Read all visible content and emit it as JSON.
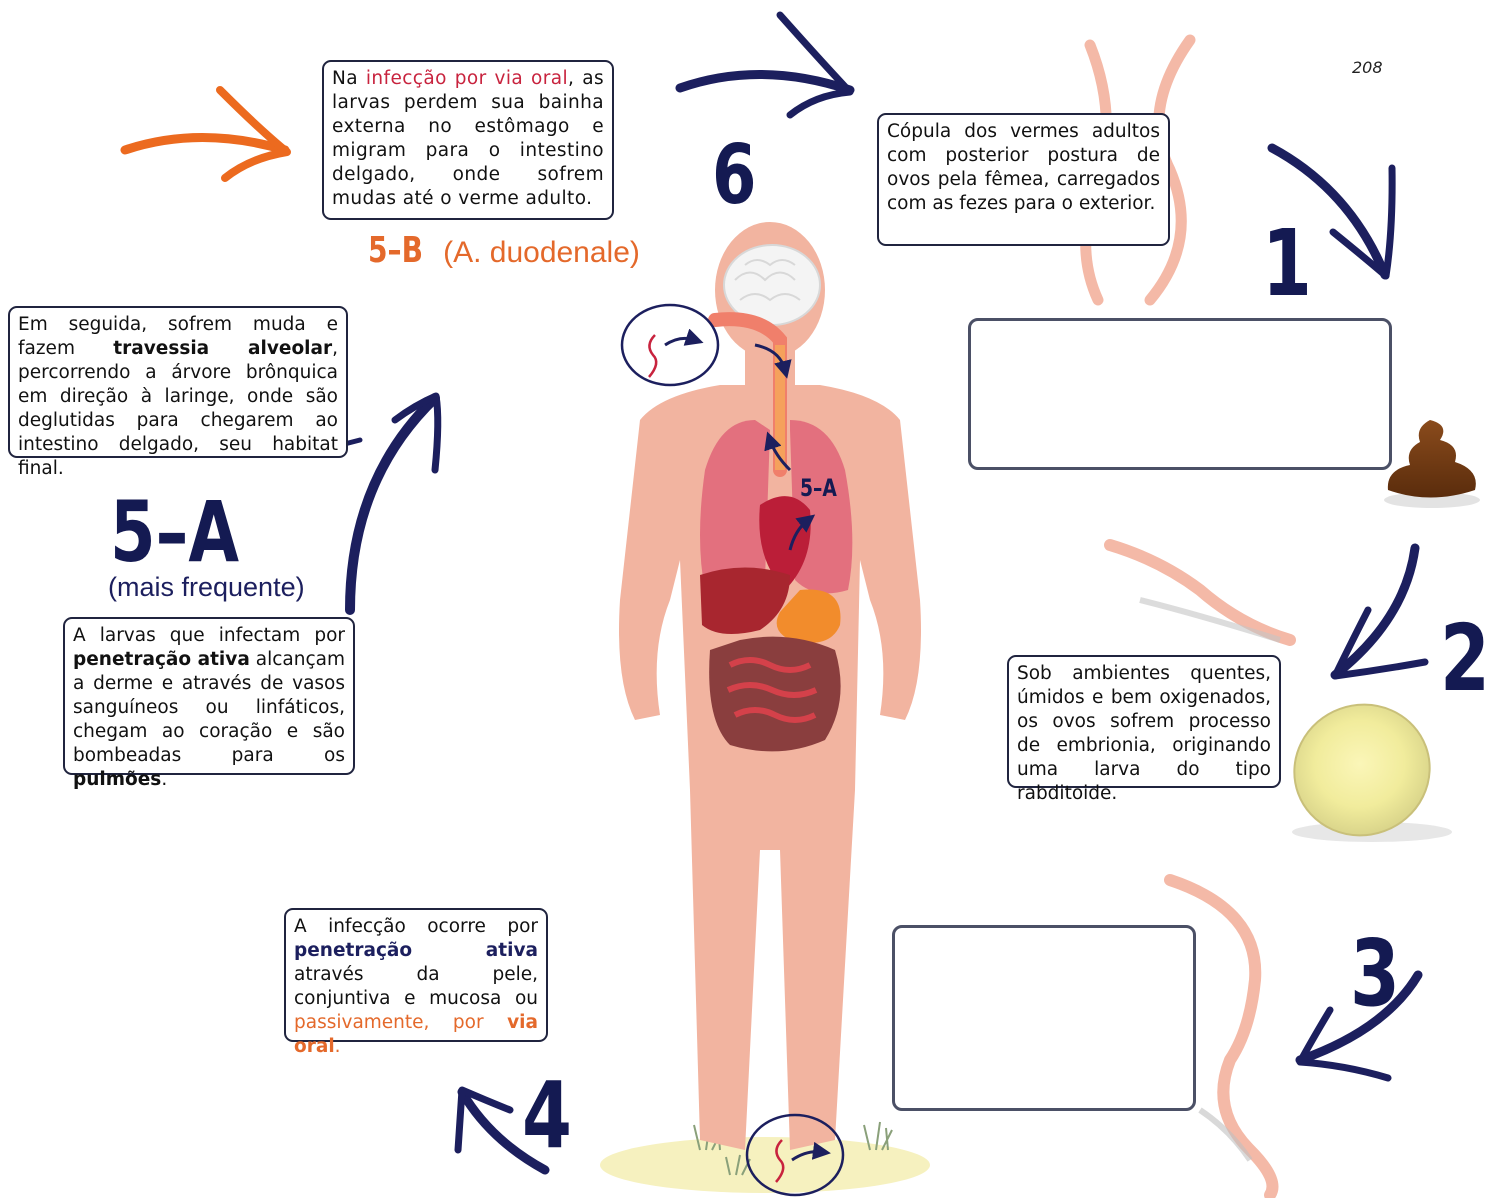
{
  "page_number": "208",
  "steps": {
    "s1": "1",
    "s2": "2",
    "s3": "3",
    "s4": "4",
    "s5a": "5–A",
    "s5b": "5–B",
    "s6": "6",
    "s5a_small": "5–A"
  },
  "labels": {
    "duodenale": "(A. duodenale)",
    "mais_frequente": "(mais frequente)"
  },
  "box_6": {
    "t1": "Na ",
    "t2": "infecção por via oral",
    "t3": ", as larvas perdem sua bainha externa no estômago e migram para o intestino delgado, onde sofrem mudas até o verme adulto."
  },
  "box_1": {
    "text": "Cópula dos vermes adultos com posterior postura de ovos pela fêmea, carregados com as fezes para o exterior."
  },
  "box_5a_top": {
    "t1": "Em seguida, sofrem muda e fazem ",
    "t2": "travessia alveolar",
    "t3": ", percorrendo a árvore brônquica em direção à laringe, onde são deglutidas para chegarem ao intestino delgado, seu habitat final."
  },
  "box_5a_bottom": {
    "t1": "A larvas que infectam por ",
    "t2": "penetração ativa",
    "t3": " alcançam a derme e através de vasos sanguíneos ou linfáticos, chegam ao coração e são bombeadas para os ",
    "t4": "pulmões",
    "t5": "."
  },
  "box_2": {
    "text": "Sob ambientes quentes, úmidos e bem oxigenados, os ovos sofrem processo de embrionia, originando uma larva do tipo rabditoide."
  },
  "box_4": {
    "t1": "A infecção ocorre por ",
    "t2": "penetração ativa",
    "t3": " através da pele, conjuntiva e mucosa ou ",
    "t4": "passivamente",
    "t5": ", por ",
    "t6": "via oral",
    "t7": "."
  },
  "colors": {
    "navy": "#1c1f5e",
    "red": "#c8233e",
    "orange": "#e4692b",
    "skin": "#f2b4a0",
    "worm": "#f4b9a7"
  }
}
